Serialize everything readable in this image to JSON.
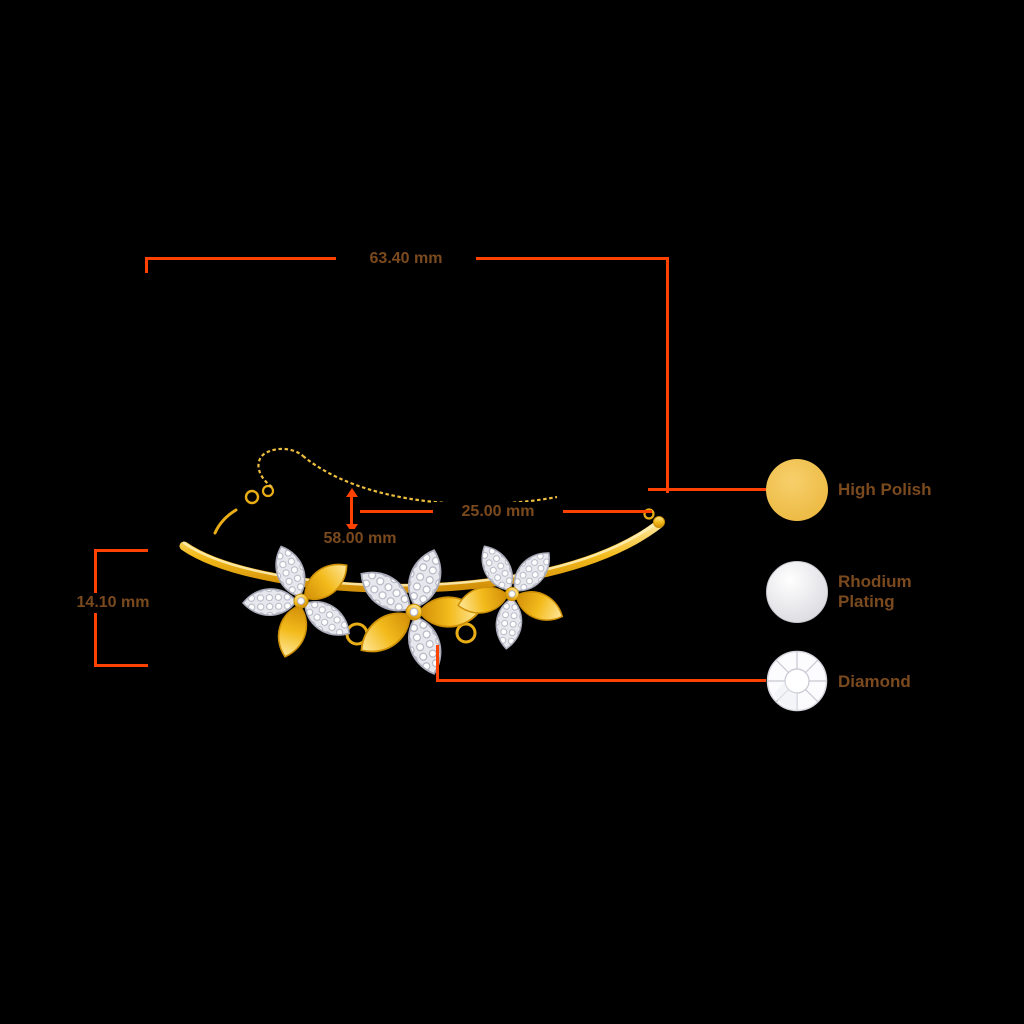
{
  "colors": {
    "background": "#000000",
    "line": "#FF4101",
    "text": "#7A4A1E",
    "legend_gold": "#EDBB45"
  },
  "dimensions": {
    "width_label": "63.40 mm",
    "chain_label": "25.00 mm",
    "inner_label": "58.00 mm",
    "height_label": "14.10 mm"
  },
  "legend": {
    "items": [
      {
        "label": "High Polish"
      },
      {
        "label": "Rhodium Plating"
      },
      {
        "label": "Diamond"
      }
    ]
  }
}
